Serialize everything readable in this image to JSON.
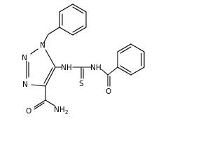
{
  "molecule": {
    "atoms": {
      "n1": "N",
      "n2": "N",
      "n3": "N",
      "nh_thio": "NH",
      "nh_acyl": "NH",
      "s": "S",
      "o_benzoyl": "O",
      "o_amide": "O",
      "nh2_main": "NH",
      "nh2_sub": "2"
    }
  },
  "colors": {
    "ink": "#000000",
    "background": "#ffffff"
  }
}
